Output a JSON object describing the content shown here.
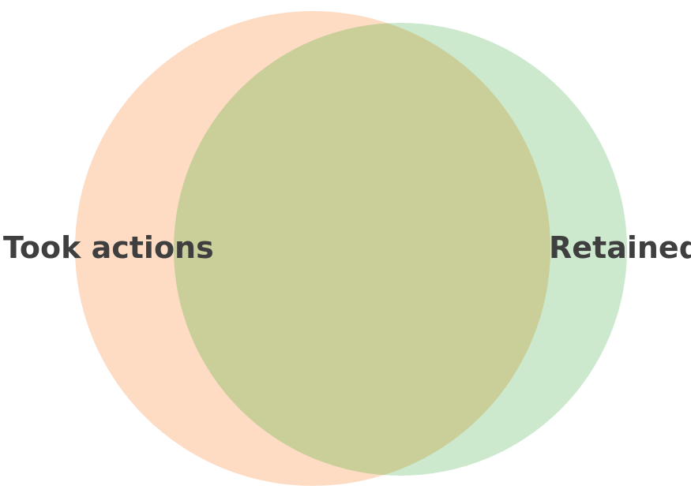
{
  "diagram": {
    "type": "venn",
    "sets": [
      {
        "label": "Took actions",
        "color": "#fbc092"
      },
      {
        "label": "Retained",
        "color": "#9ad39c"
      }
    ],
    "overlap_color": "#cacf9a"
  }
}
